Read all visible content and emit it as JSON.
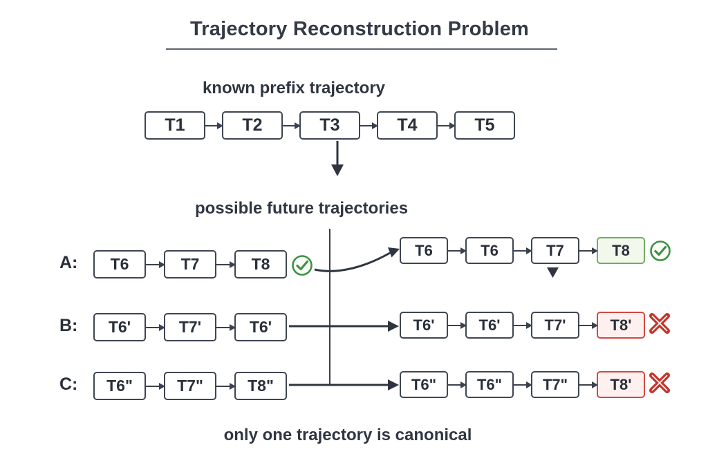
{
  "title": "Trajectory Reconstruction Problem",
  "prefix": {
    "label": "known prefix trajectory",
    "boxes": [
      "T1",
      "T2",
      "T3",
      "T4",
      "T5"
    ]
  },
  "future": {
    "label": "possible future trajectories",
    "left_rows": [
      {
        "name": "A:",
        "boxes": [
          "T6",
          "T7",
          "T8"
        ],
        "status": "check"
      },
      {
        "name": "B:",
        "boxes": [
          "T6'",
          "T7'",
          "T6'"
        ],
        "status": "none"
      },
      {
        "name": "C:",
        "boxes": [
          "T6\"",
          "T7\"",
          "T8\""
        ],
        "status": "none"
      }
    ],
    "right_rows": [
      {
        "boxes": [
          "T6",
          "T6",
          "T7",
          "T8"
        ],
        "highlight": "green",
        "status": "check"
      },
      {
        "boxes": [
          "T6'",
          "T6'",
          "T7'",
          "T8'"
        ],
        "highlight": "red",
        "status": "cross"
      },
      {
        "boxes": [
          "T6\"",
          "T6\"",
          "T7\"",
          "T8'"
        ],
        "highlight": "red",
        "status": "cross"
      }
    ]
  },
  "caption": "only one trajectory is canonical",
  "icons": {
    "check": "check-icon",
    "cross": "cross-icon",
    "between_boxes": "arrow-right-icon",
    "from_prefix": "arrow-down-icon"
  },
  "colors": {
    "text_dark": "#2f3641",
    "box_border": "#3e4551",
    "line_dark": "#2f353f",
    "accent_green": "#3c9142",
    "green_box_border": "#6fae62",
    "green_box_bg": "#f2f9ec",
    "accent_red": "#c23b31",
    "red_box_border": "#cf4a42",
    "red_box_bg": "#fdf0ef"
  }
}
